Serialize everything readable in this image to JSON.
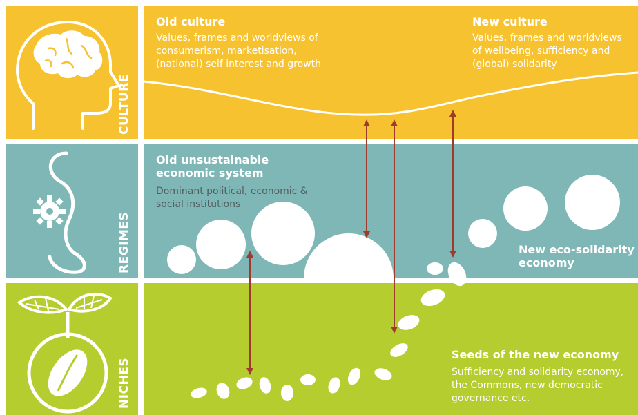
{
  "rows": {
    "culture": "CULTURE",
    "regimes": "REGIMES",
    "niches": "NICHES"
  },
  "culture": {
    "old_title": "Old culture",
    "old_desc": [
      "Values, frames and worldviews of",
      "consumerism, marketisation,",
      "(national) self interest and growth"
    ],
    "new_title": "New culture",
    "new_desc": [
      "Values, frames and worldviews",
      "of wellbeing, sufficiency and",
      "(global) solidarity"
    ]
  },
  "regimes": {
    "old_title": [
      "Old unsustainable",
      "economic system"
    ],
    "old_desc": [
      "Dominant political, economic &",
      "social institutions"
    ],
    "new_title": [
      "New eco-solidarity",
      "economy"
    ]
  },
  "niches": {
    "title": "Seeds of the new economy",
    "desc": [
      "Sufficiency and solidarity economy,",
      "the Commons, new democratic",
      "governance etc."
    ]
  },
  "colors": {
    "culture": "#f7c22f",
    "regimes": "#7fb6b6",
    "niches": "#b5cd2e",
    "arrow": "#9e3b2d",
    "regimes_desc": "#4f5f60",
    "niches_desc": "#ffffff",
    "culture_desc": "#5b4a1a"
  },
  "icons": [
    "head-brain-icon",
    "gear-dollar-icon",
    "seedling-icon"
  ]
}
